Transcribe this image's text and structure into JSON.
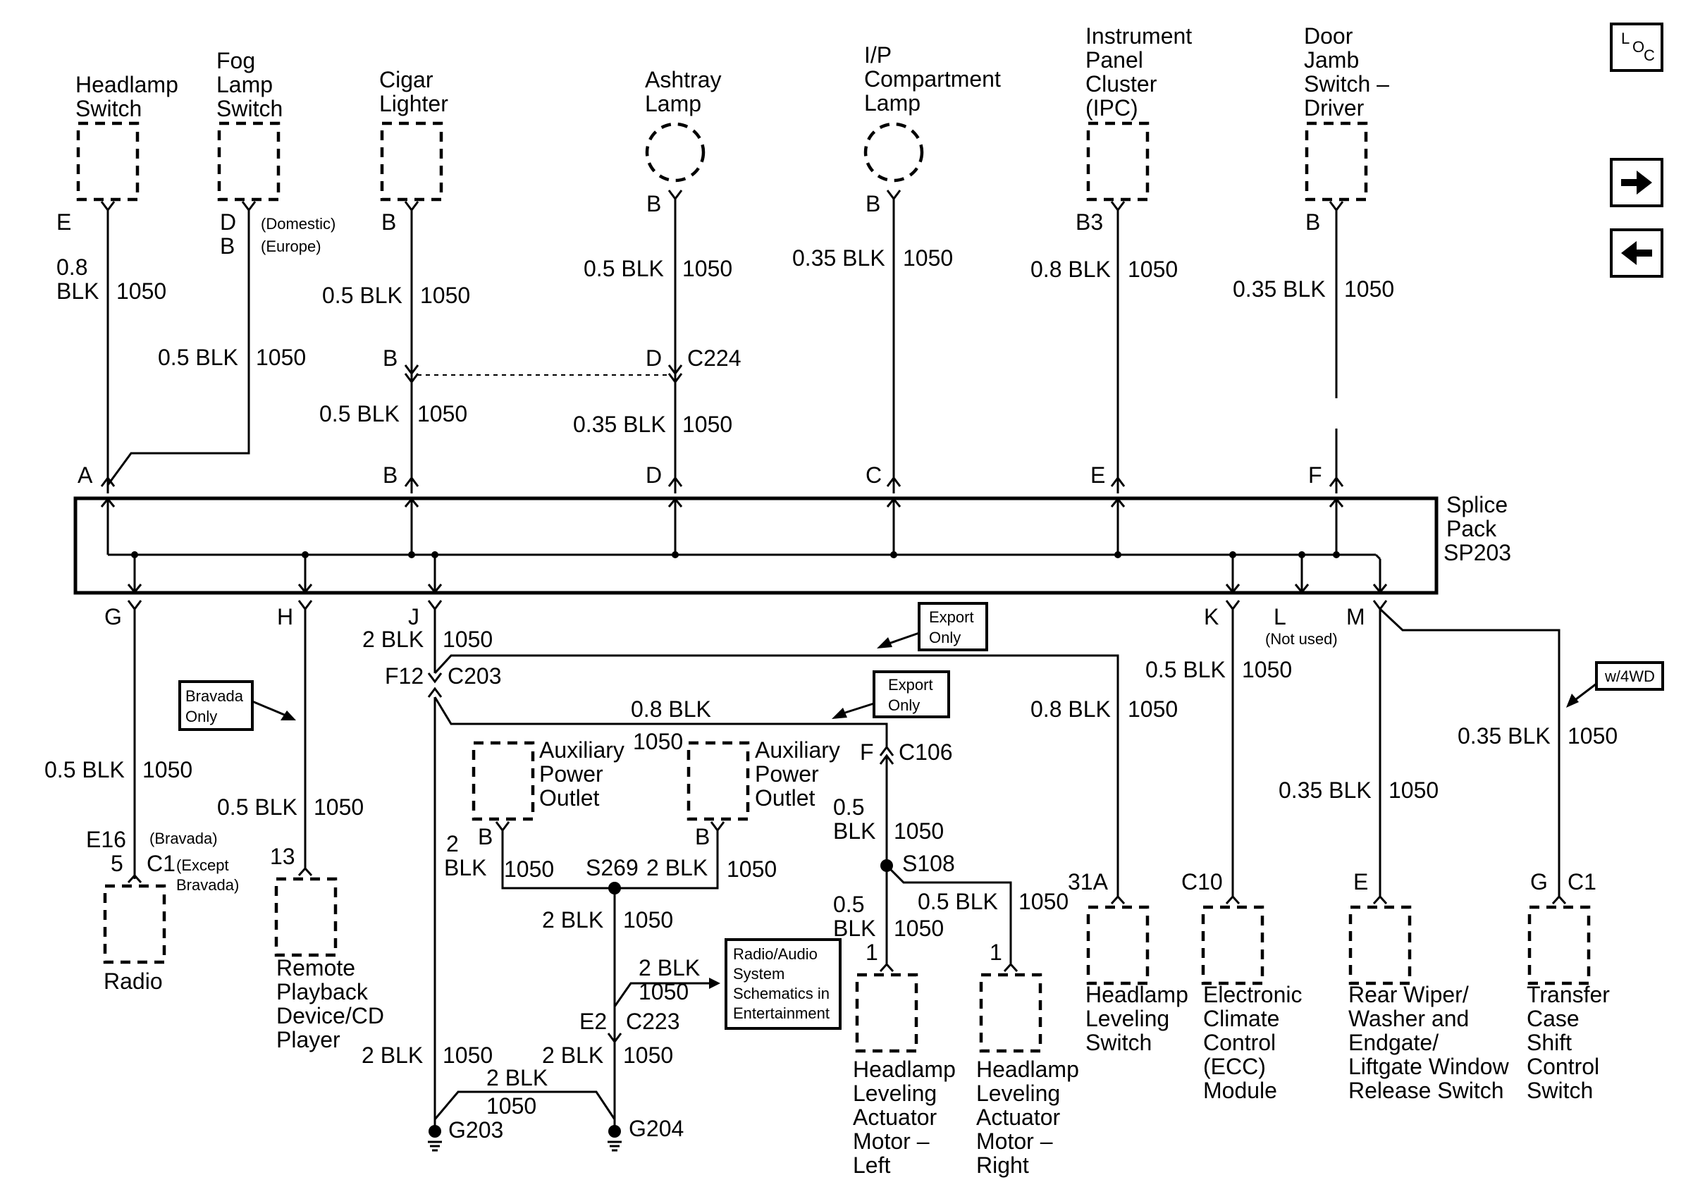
{
  "locator_icon": {
    "letters": [
      "L",
      "O",
      "C"
    ]
  },
  "nav": {
    "next_icon": "right-arrow-icon",
    "prev_icon": "left-arrow-icon"
  },
  "components_top": [
    {
      "id": "headlamp-switch",
      "lines": [
        "Headlamp",
        "Switch"
      ],
      "terminal": "E",
      "wire_size": "0.8",
      "wire_color": "BLK",
      "circuit": "1050",
      "splice_terminal": "A"
    },
    {
      "id": "fog-lamp-switch",
      "lines": [
        "Fog",
        "Lamp",
        "Switch"
      ],
      "terminal": "D",
      "terminal_alt": "B",
      "note_domestic": "(Domestic)",
      "note_europe": "(Europe)",
      "wire": "0.5 BLK",
      "circuit": "1050"
    },
    {
      "id": "cigar-lighter",
      "lines": [
        "Cigar",
        "Lighter"
      ],
      "terminal": "B",
      "wire_upper": "0.5 BLK",
      "circuit_upper": "1050",
      "inline_terminal": "B",
      "wire_lower": "0.5 BLK",
      "circuit_lower": "1050",
      "splice_terminal": "B"
    },
    {
      "id": "ashtray-lamp",
      "lines": [
        "Ashtray",
        "Lamp"
      ],
      "terminal": "B",
      "wire_upper": "0.5 BLK",
      "circuit_upper": "1050",
      "inline_terminal": "D",
      "connector": "C224",
      "wire_lower": "0.35 BLK",
      "circuit_lower": "1050",
      "splice_terminal": "D"
    },
    {
      "id": "ip-compartment-lamp",
      "lines": [
        "I/P",
        "Compartment",
        "Lamp"
      ],
      "terminal": "B",
      "wire": "0.35 BLK",
      "circuit": "1050",
      "splice_terminal": "C"
    },
    {
      "id": "instrument-panel-cluster",
      "lines": [
        "Instrument",
        "Panel",
        "Cluster",
        "(IPC)"
      ],
      "terminal": "B3",
      "wire": "0.8 BLK",
      "circuit": "1050",
      "splice_terminal": "E"
    },
    {
      "id": "door-jamb-switch",
      "lines": [
        "Door",
        "Jamb",
        "Switch –",
        "Driver"
      ],
      "terminal": "B",
      "wire": "0.35 BLK",
      "circuit": "1050",
      "splice_terminal": "F"
    }
  ],
  "splice_pack": {
    "lines": [
      "Splice",
      "Pack",
      "SP203"
    ]
  },
  "bottom_terminals": {
    "g": "G",
    "h": "H",
    "j": "J",
    "k": "K",
    "l": "L",
    "l_note": "(Not used)",
    "m": "M"
  },
  "radio_branch": {
    "wire": "0.5 BLK",
    "circuit": "1050",
    "term_e16": "E16",
    "note_bravada": "(Bravada)",
    "term_5": "5",
    "conn_c1": "C1",
    "note_except": [
      "(Except",
      "Bravada)"
    ],
    "label": "Radio"
  },
  "remote_branch": {
    "note": [
      "Bravada",
      "Only"
    ],
    "wire": "0.5 BLK",
    "circuit": "1050",
    "terminal": "13",
    "label": [
      "Remote",
      "Playback",
      "Device/CD",
      "Player"
    ]
  },
  "j_branch": {
    "wire_top": "2 BLK",
    "circuit_top": "1050",
    "terminal": "F12",
    "connector": "C203",
    "export_note_1": [
      "Export",
      "Only"
    ],
    "export_note_2": [
      "Export",
      "Only"
    ],
    "wire_0_8": "0.8 BLK",
    "circuit_0_8": "1050",
    "aux_outlet": [
      "Auxiliary",
      "Power",
      "Outlet"
    ],
    "aux_term_left": "B",
    "aux_term_right": "B",
    "wire_left_size": "2",
    "wire_left_color": "BLK",
    "circuit_left": "1050",
    "splice_s269": "S269",
    "wire_right": "2 BLK",
    "circuit_right": "1050",
    "wire_down": "2 BLK",
    "circuit_down": "1050",
    "radio_ref_wire": "2 BLK",
    "radio_ref_circuit": "1050",
    "radio_ref_note": [
      "Radio/Audio",
      "System",
      "Schematics in",
      "Entertainment"
    ],
    "term_e2": "E2",
    "conn_c223": "C223",
    "wire_g203": "2 BLK",
    "circuit_g203": "1050",
    "wire_g204": "2 BLK",
    "circuit_g204": "1050",
    "wire_ground_link": "2 BLK",
    "circuit_ground_link": "1050",
    "ground_g203": "G203",
    "ground_g204": "G204"
  },
  "leveling_branch": {
    "term_f": "F",
    "conn_c106": "C106",
    "wire_size": "0.5",
    "wire_color": "BLK",
    "circuit": "1050",
    "splice_s108": "S108",
    "left_wire_size": "0.5",
    "left_wire_color": "BLK",
    "left_circuit": "1050",
    "right_wire": "0.5 BLK",
    "right_circuit": "1050",
    "left_term": "1",
    "right_term": "1",
    "left_label": [
      "Headlamp",
      "Leveling",
      "Actuator",
      "Motor –",
      "Left"
    ],
    "right_label": [
      "Headlamp",
      "Leveling",
      "Actuator",
      "Motor –",
      "Right"
    ]
  },
  "leveling_switch": {
    "wire": "0.8 BLK",
    "circuit": "1050",
    "terminal": "31A",
    "label": [
      "Headlamp",
      "Leveling",
      "Switch"
    ]
  },
  "ecc_module": {
    "wire": "0.5 BLK",
    "circuit": "1050",
    "terminal": "C10",
    "label": [
      "Electronic",
      "Climate",
      "Control",
      "(ECC)",
      "Module"
    ]
  },
  "rear_wiper": {
    "wire": "0.35 BLK",
    "circuit": "1050",
    "terminal": "E",
    "label": [
      "Rear Wiper/",
      "Washer and",
      "Endgate/",
      "Liftgate Window",
      "Release Switch"
    ]
  },
  "transfer_case": {
    "note": "w/4WD",
    "wire": "0.35 BLK",
    "circuit": "1050",
    "terminal": "G",
    "connector": "C1",
    "label": [
      "Transfer",
      "Case",
      "Shift",
      "Control",
      "Switch"
    ]
  }
}
